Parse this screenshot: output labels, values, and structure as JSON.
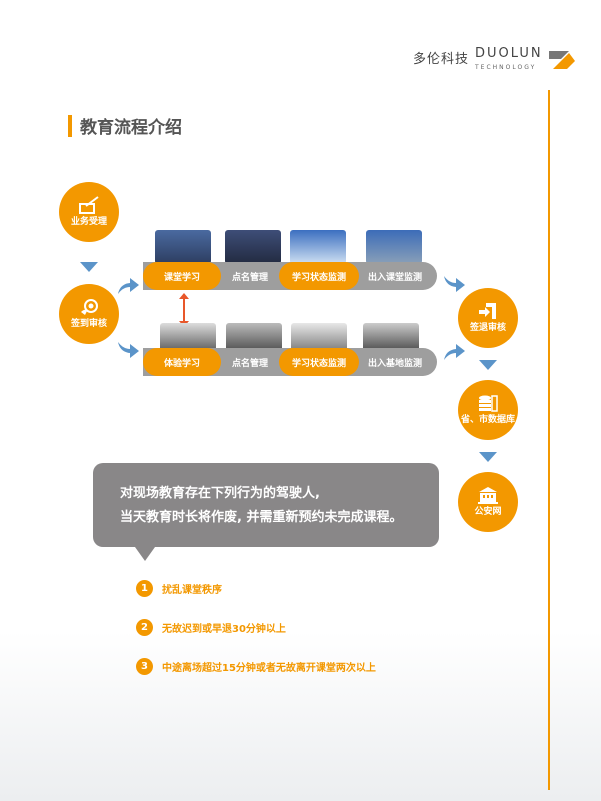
{
  "logo": {
    "cn": "多伦科技",
    "en": "DUOLUN",
    "sub": "TECHNOLOGY"
  },
  "title": "教育流程介绍",
  "left_nodes": [
    {
      "label": "业务受理",
      "icon": "hand-writing-icon"
    },
    {
      "label": "签到审核",
      "icon": "fingerprint-icon"
    }
  ],
  "right_nodes": [
    {
      "label": "签退审核",
      "icon": "sign-out-icon"
    },
    {
      "label": "省、市数据库",
      "icon": "database-icon"
    },
    {
      "label": "公安网",
      "icon": "building-icon"
    }
  ],
  "row1": [
    "课堂学习",
    "点名管理",
    "学习状态监测",
    "出入课堂监测"
  ],
  "row2": [
    "体验学习",
    "点名管理",
    "学习状态监测",
    "出入基地监测"
  ],
  "notice": {
    "line1": "对现场教育存在下列行为的驾驶人,",
    "line2": "当天教育时长将作废, 并需重新预约未完成课程。"
  },
  "rules": [
    {
      "n": "1",
      "text": "扰乱课堂秩序"
    },
    {
      "n": "2",
      "text": "无故迟到或早退30分钟以上"
    },
    {
      "n": "3",
      "text": "中途离场超过15分钟或者无故离开课堂两次以上"
    }
  ],
  "colors": {
    "accent": "#f39800",
    "gray": "#9e9e9e",
    "arrow": "#5b94c9"
  }
}
